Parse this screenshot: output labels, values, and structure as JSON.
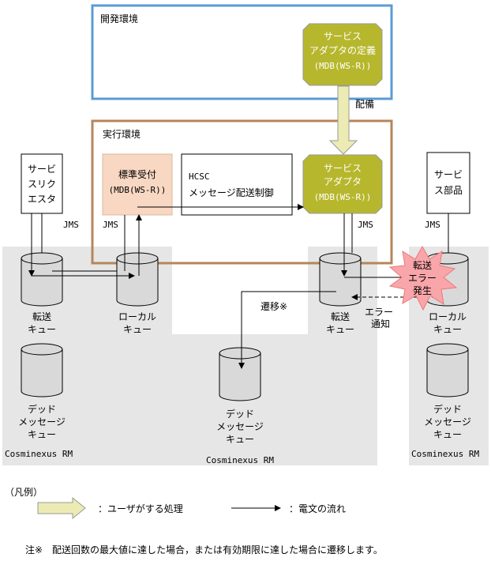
{
  "dev_env": {
    "title": "開発環境"
  },
  "exec_env": {
    "title": "実行環境"
  },
  "deploy_label": "配備",
  "service_def": {
    "line1": "サービス",
    "line2": "アダプタの定義",
    "line3": "(MDB(WS-R))"
  },
  "service_adapter": {
    "line1": "サービス",
    "line2": "アダプタ",
    "line3": "(MDB(WS-R))"
  },
  "std_receiver": {
    "line1": "標準受付",
    "line2": "(MDB(WS-R))"
  },
  "hcsc": {
    "line1": "HCSC",
    "line2": "メッセージ配送制御"
  },
  "requester": {
    "line1": "サービ",
    "line2": "スリク",
    "line3": "エスタ"
  },
  "service_part": {
    "line1": "サービ",
    "line2": "ス部品"
  },
  "jms": "JMS",
  "queues": {
    "left_transfer": {
      "line1": "転送",
      "line2": "キュー"
    },
    "left_dead": {
      "line1": "デッド",
      "line2": "メッセージ",
      "line3": "キュー"
    },
    "mid_local": {
      "line1": "ローカル",
      "line2": "キュー"
    },
    "mid_transfer": {
      "line1": "転送",
      "line2": "キュー"
    },
    "mid_dead": {
      "line1": "デッド",
      "line2": "メッセージ",
      "line3": "キュー"
    },
    "right_local": {
      "line1": "ローカル",
      "line2": "キュー"
    },
    "right_dead": {
      "line1": "デッド",
      "line2": "メッセージ",
      "line3": "キュー"
    }
  },
  "rm_label": "Cosminexus RM",
  "transition": "遷移※",
  "error_notice": {
    "line1": "エラー",
    "line2": "通知"
  },
  "burst": {
    "line1": "転送",
    "line2": "エラー",
    "line3": "発生"
  },
  "legend": {
    "title": "（凡例）",
    "user_process": "：ユーザがする処理",
    "flow": "：電文の流れ"
  },
  "footnote": "注※　配送回数の最大値に達した場合，または有効期限に達した場合に遷移します。",
  "colors": {
    "dev_border": "#5b9bd5",
    "exec_border": "#b5865a",
    "olive": "#b7b72e",
    "salmon": "#f9d8c3",
    "gray_panel": "#e6e6e6",
    "burst": "#f9a6ab",
    "legend_arrow": "#ecebb3"
  }
}
